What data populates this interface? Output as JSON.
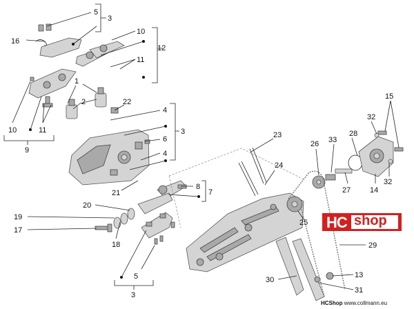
{
  "labels": {
    "c3_top": "3",
    "c5_top": "5",
    "c16": "16",
    "c10_top": "10",
    "c12": "12",
    "c11_top": "11",
    "c1": "1",
    "c2": "2",
    "c22": "22",
    "c10_left": "10",
    "c11_left": "11",
    "c9": "9",
    "c4_upper": "4",
    "c6": "6",
    "c3_mid": "3",
    "c4_lower": "4",
    "c21": "21",
    "c8": "8",
    "c7": "7",
    "c20": "20",
    "c19": "19",
    "c17": "17",
    "c18": "18",
    "c5_bottom": "5",
    "c3_bottom": "3",
    "c23": "23",
    "c24": "24",
    "c25": "25",
    "c26": "26",
    "c33": "33",
    "c28": "28",
    "c15": "15",
    "c32_top": "32",
    "c32_bottom": "32",
    "c27": "27",
    "c14": "14",
    "c29": "29",
    "c30": "30",
    "c13": "13",
    "c31": "31"
  },
  "logo": {
    "hc": "HC",
    "shop": "shop",
    "url": "www.collmann.eu"
  },
  "footer": {
    "brand": "HCShop",
    "url": "www.collmann.eu"
  },
  "colors": {
    "logo_red": "#d41f1f",
    "ink": "#111111",
    "part_fill": "#d4d4d4"
  }
}
